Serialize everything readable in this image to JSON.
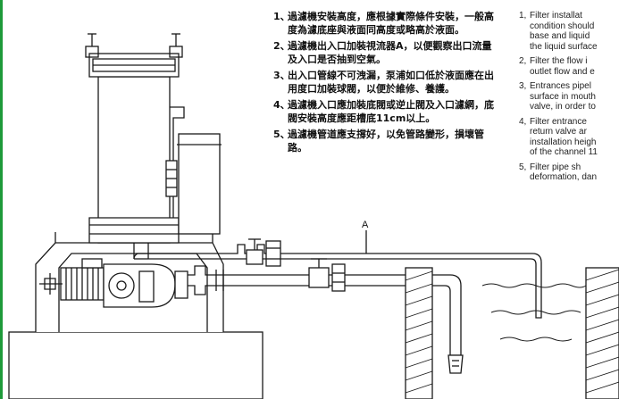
{
  "cn_notes": [
    {
      "num": "1、",
      "text": "過濾機安裝高度，應根據實際條件安裝，一般高度為濾底座與液面同高度或略高於液面。"
    },
    {
      "num": "2、",
      "text": "過濾機出入口加裝視流器A，以便觀察出口流量及入口是否抽到空氣。"
    },
    {
      "num": "3、",
      "text": "出入口管線不可洩漏，泵浦如口低於液面應在出用度口加裝球閥，以便於維修、養護。"
    },
    {
      "num": "4、",
      "text": "過濾機入口應加裝底閥或逆止閥及入口濾網，底閥安裝高度應距槽底11cm以上。"
    },
    {
      "num": "5、",
      "text": "過濾機管道應支撐好，以免管路變形，損壞管路。"
    }
  ],
  "en_notes": [
    {
      "num": "1,",
      "lines": [
        "Filter installat",
        "condition should",
        "base and liquid",
        "the liquid surface"
      ]
    },
    {
      "num": "2,",
      "lines": [
        "Filter the flow i",
        "outlet flow and e"
      ]
    },
    {
      "num": "3,",
      "lines": [
        "Entrances pipel",
        "surface in mouth",
        "valve, in order to"
      ]
    },
    {
      "num": "4,",
      "lines": [
        "Filter entrance",
        "return valve ar",
        "installation heigh",
        "of the channel 11"
      ]
    },
    {
      "num": "5,",
      "lines": [
        "Filter pipe sh",
        "deformation, dan"
      ]
    }
  ],
  "callout_label": "A",
  "colors": {
    "line": "#1a1a1a",
    "frame": "#1e9a3a",
    "fill": "#ffffff"
  }
}
